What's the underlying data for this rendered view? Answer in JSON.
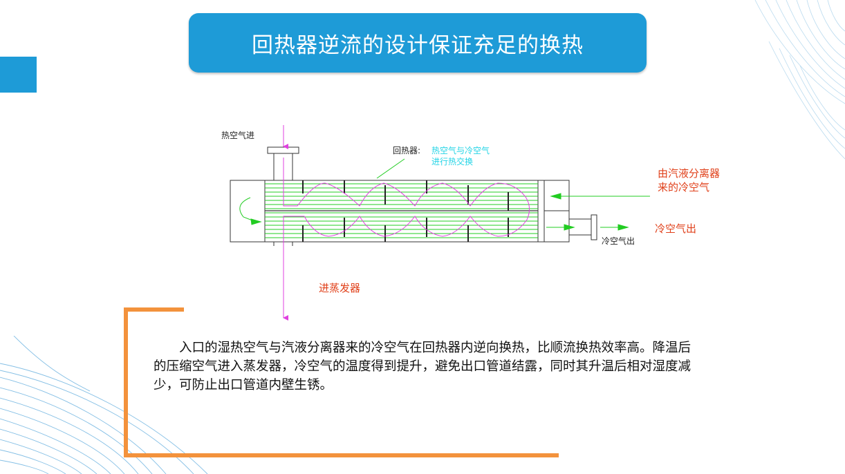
{
  "title": "回热器逆流的设计保证充足的换热",
  "diagram": {
    "hot_air_in": "热空气进",
    "regenerator_label": "回热器:",
    "regenerator_desc_line1": "热空气与冷空气",
    "regenerator_desc_line2": "进行热交换",
    "cold_air_out_small": "冷空气出",
    "from_separator_line1": "由汽液分离器",
    "from_separator_line2": "来的冷空气",
    "cold_air_out": "冷空气出",
    "to_evaporator": "进蒸发器"
  },
  "paragraph": "入口的湿热空气与汽液分离器来的冷空气在回热器内逆向换热，比顺流换热效率高。降温后的压缩空气进入蒸发器，冷空气的温度得到提升，避免出口管道结露，同时其升温后相对湿度减少，可防止出口管道内壁生锈。",
  "colors": {
    "accent": "#1e9bd7",
    "frame": "#f3923c",
    "flow_green": "#22cc22",
    "flow_magenta": "#e040e0",
    "label_red": "#e0401a",
    "label_cyan": "#22d4e6"
  }
}
